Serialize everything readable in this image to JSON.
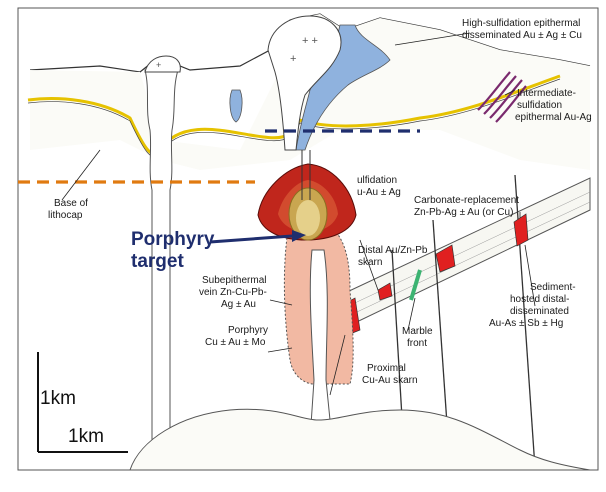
{
  "labels": {
    "high_sulf_1": "High-sulfidation epithermal",
    "high_sulf_2": "disseminated Au ± Ag ± Cu",
    "inter_1": "Intermediate-",
    "inter_2": "sulfidation",
    "inter_3": "epithermal Au-Ag",
    "partial_1": "ulfidation",
    "partial_2": "u-Au ± Ag",
    "carb_1": "Carbonate-replacement",
    "carb_2": "Zn-Pb-Ag ± Au (or Cu)",
    "base_1": "Base of",
    "base_2": "lithocap",
    "distal_1": "Distal Au/Zn-Pb",
    "distal_2": "skarn",
    "sed_1": "Sediment-",
    "sed_2": "hosted distal-",
    "sed_3": "disseminated",
    "sed_4": "Au-As ± Sb ± Hg",
    "subep_1": "Subepithermal",
    "subep_2": "vein Zn-Cu-Pb-",
    "subep_3": "Ag ± Au",
    "porph_1": "Porphyry",
    "porph_2": "Cu ± Au ± Mo",
    "marble_1": "Marble",
    "marble_2": "front",
    "prox_1": "Proximal",
    "prox_2": "Cu-Au skarn",
    "target_1": "Porphyry",
    "target_2": "target",
    "scale_v": "1km",
    "scale_h": "1km"
  },
  "colors": {
    "lithocap_line": "#e6c200",
    "dash_blue": "#1f2e6e",
    "dash_orange": "#e07a10",
    "porphyry_fill": "#f2b9a3",
    "epithermal_blue": "#8fb2de",
    "ore_red": "#e02020",
    "vein_purple": "#7a2a6e",
    "marble_green": "#3cb371",
    "target_text": "#1f2e6e"
  }
}
